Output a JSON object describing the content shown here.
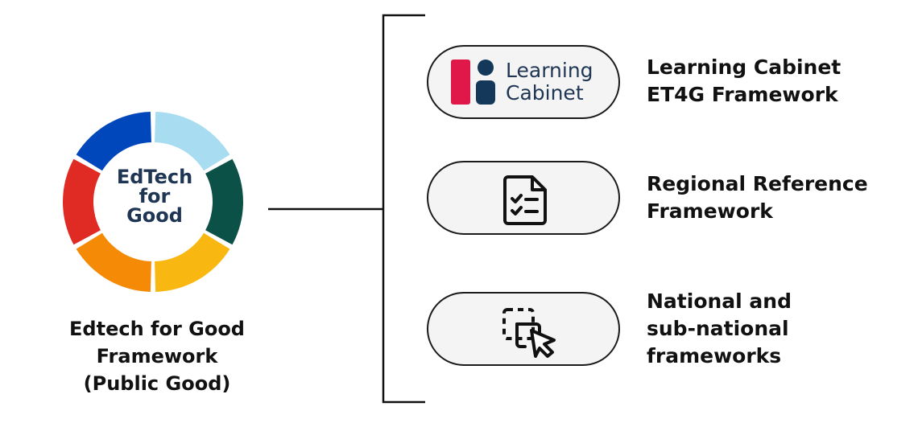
{
  "center": {
    "ring_text": [
      "EdTech",
      "for",
      "Good"
    ],
    "label": [
      "Edtech for Good",
      "Framework",
      "(Public Good)"
    ],
    "ring_colors": [
      "#a8dcf0",
      "#0b5147",
      "#f9b711",
      "#f58a07",
      "#e02a24",
      "#0047bb"
    ]
  },
  "branches": [
    {
      "icon": "learning-cabinet-logo",
      "logo_text": [
        "Learning",
        "Cabinet"
      ],
      "logo_colors": [
        "#e0184a",
        "#13385a"
      ],
      "label": [
        "Learning Cabinet",
        "ET4G Framework"
      ]
    },
    {
      "icon": "checklist-document-icon",
      "label": [
        "Regional Reference",
        "Framework"
      ]
    },
    {
      "icon": "cursor-select-icon",
      "label": [
        "National and",
        "sub-national",
        "frameworks"
      ]
    }
  ]
}
